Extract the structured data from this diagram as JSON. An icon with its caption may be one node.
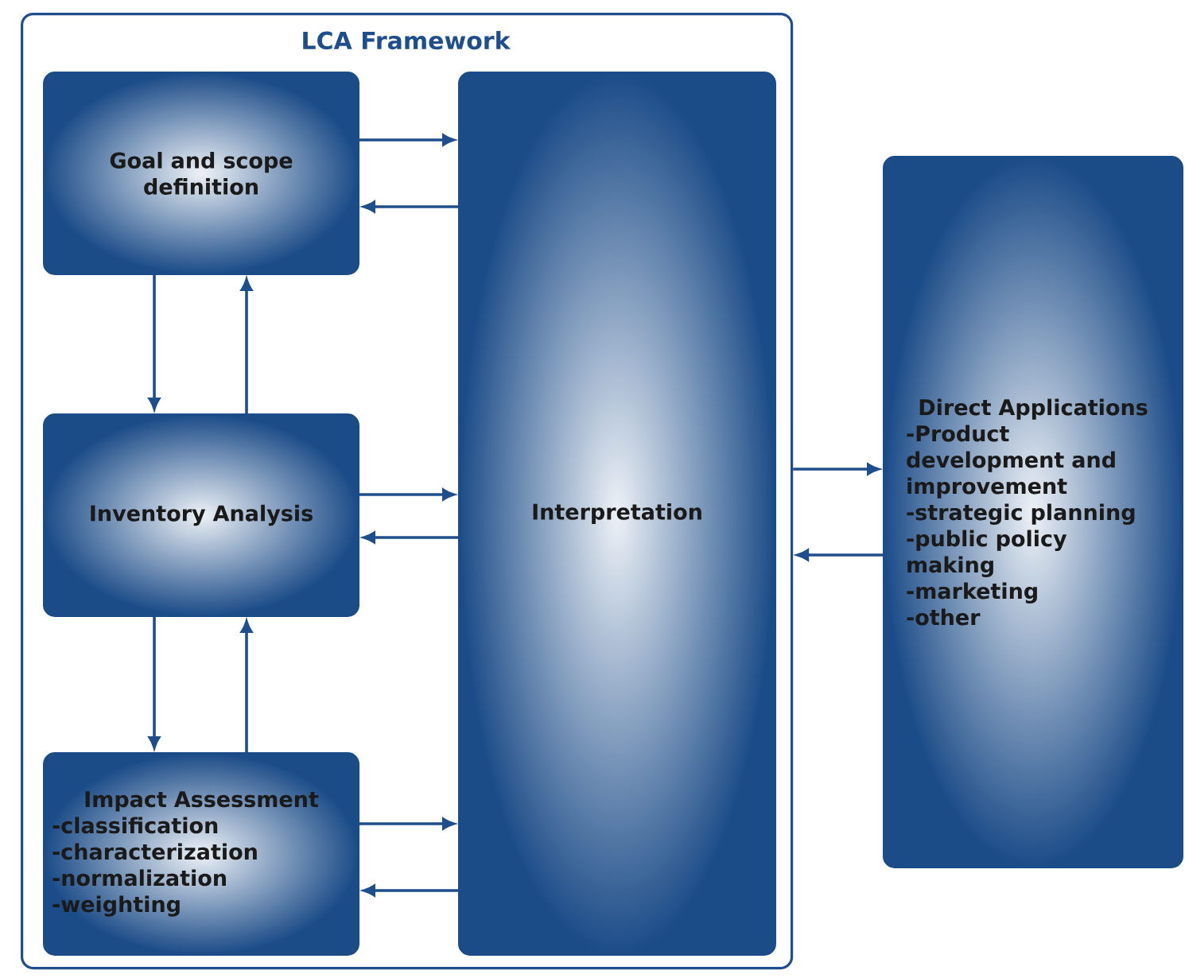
{
  "diagram": {
    "nodes": [
      {
        "text": [
          "LCA Framework"
        ]
      },
      {
        "text": [
          "Goal and scope definition"
        ],
        "in": 0
      },
      {
        "text": [
          "Interpretation"
        ],
        "in": 0
      },
      {
        "text": [
          "Inventory Analysis"
        ],
        "in": 0
      },
      {
        "text": [
          "Impact Assessment",
          "-classification",
          "-characterization",
          "-normalization",
          "-weighting"
        ],
        "in": 0
      },
      {
        "text": [
          "Direct Applications",
          "-Product development and improvement",
          "-strategic planning",
          "-public policy making",
          "-marketing",
          "-other"
        ]
      }
    ],
    "edges": [
      {
        "from": 1,
        "to": 2,
        "arrow": "to"
      },
      {
        "from": 2,
        "to": 1,
        "arrow": "to"
      },
      {
        "from": 1,
        "to": 3,
        "arrow": "to"
      },
      {
        "from": 3,
        "to": 1,
        "arrow": "to"
      },
      {
        "from": 3,
        "to": 2,
        "arrow": "to"
      },
      {
        "from": 2,
        "to": 3,
        "arrow": "to"
      },
      {
        "from": 3,
        "to": 4,
        "arrow": "to"
      },
      {
        "from": 4,
        "to": 3,
        "arrow": "to"
      },
      {
        "from": 4,
        "to": 2,
        "arrow": "to"
      },
      {
        "from": 2,
        "to": 4,
        "arrow": "to"
      },
      {
        "from": 0,
        "to": 5,
        "arrow": "to"
      },
      {
        "from": 5,
        "to": 0,
        "arrow": "to"
      }
    ]
  }
}
